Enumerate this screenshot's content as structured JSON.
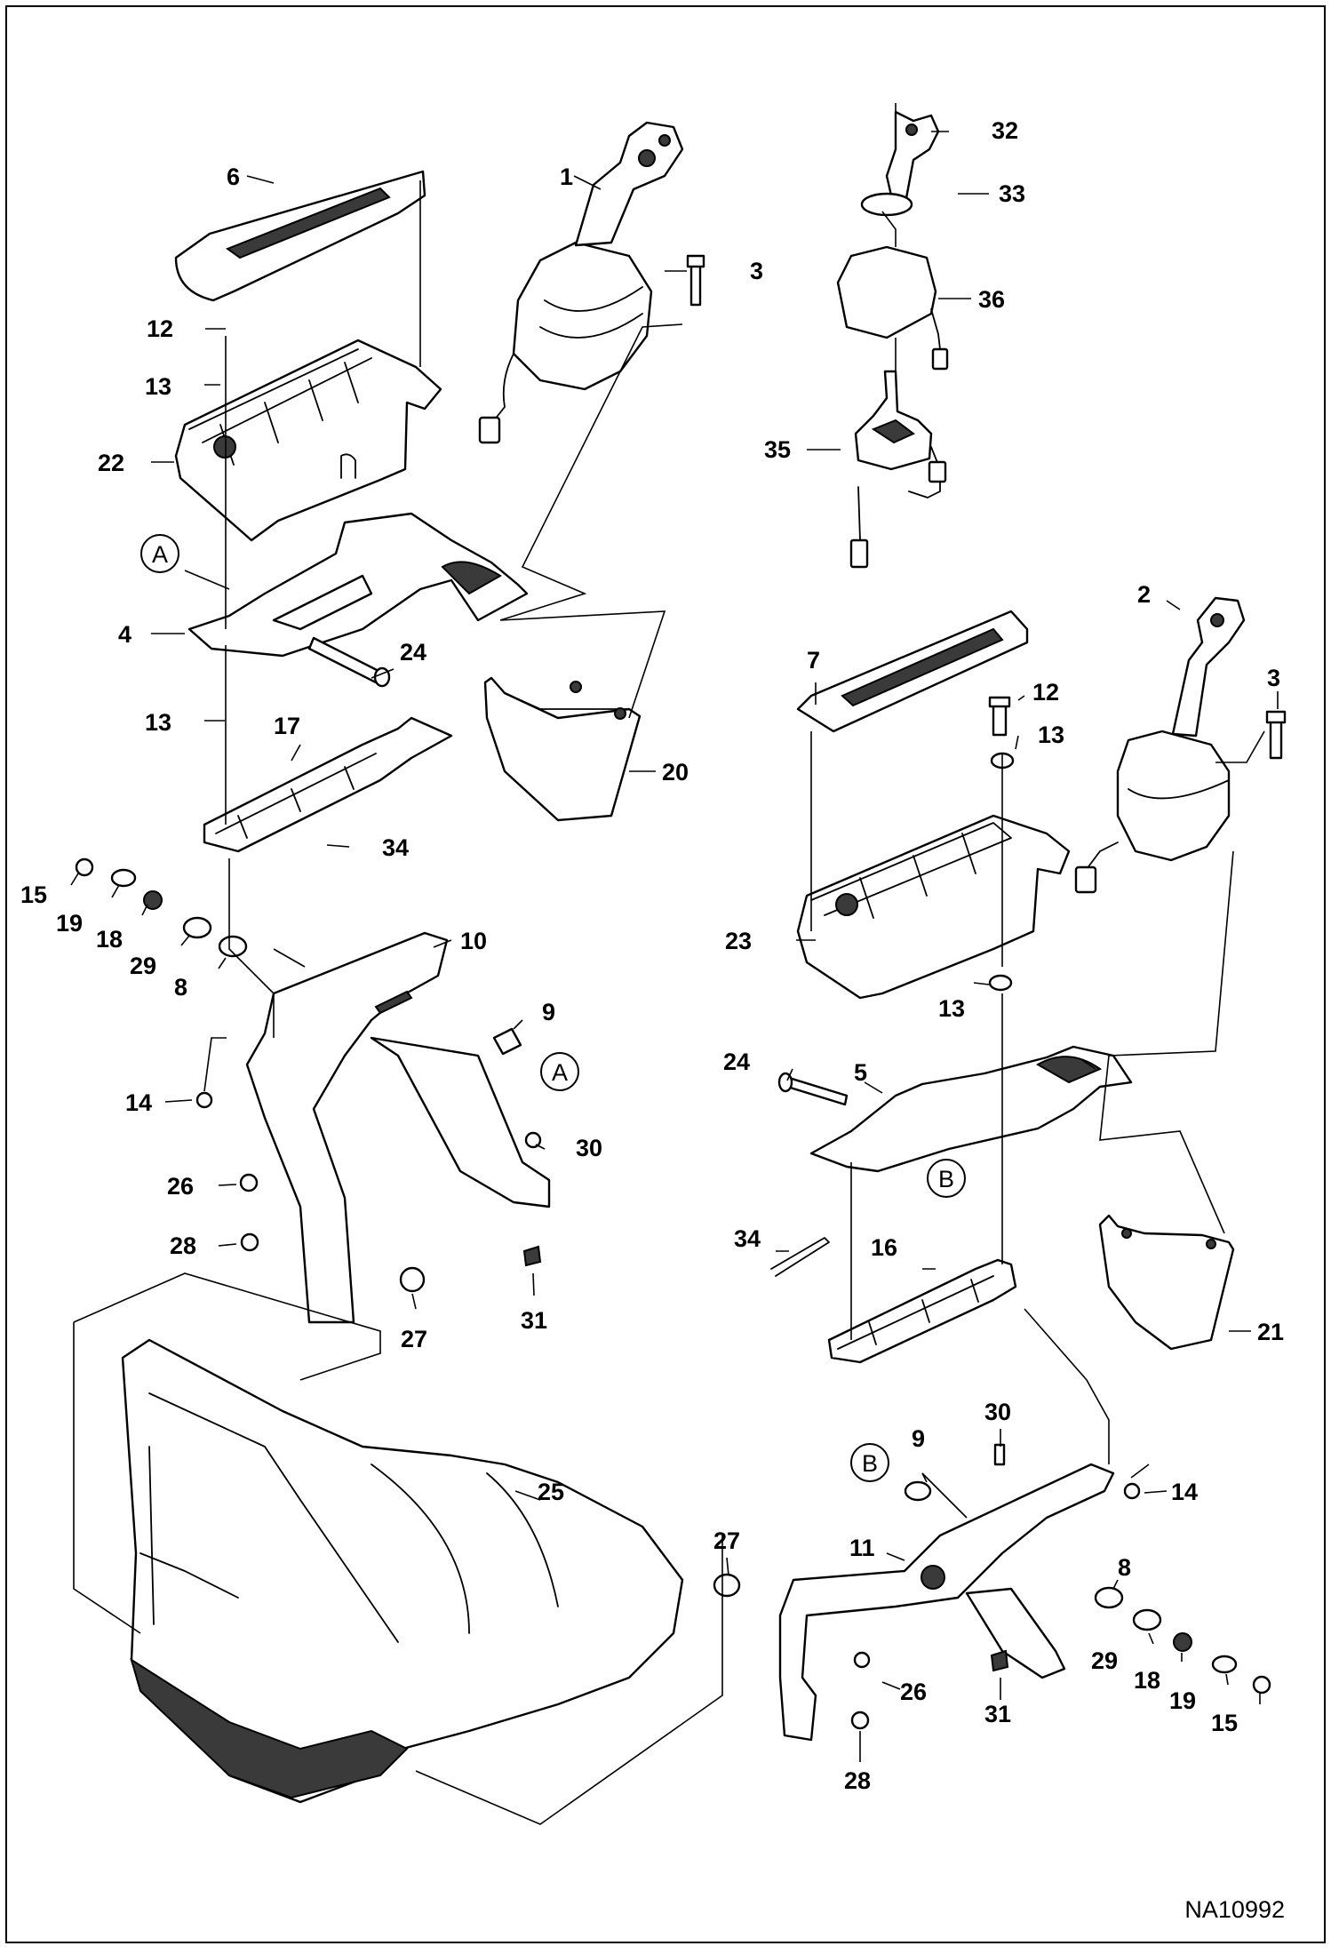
{
  "drawing_number": "NA10992",
  "reference_points": [
    "A",
    "B"
  ],
  "callouts": [
    {
      "id": "c-6",
      "text": "6"
    },
    {
      "id": "c-1",
      "text": "1"
    },
    {
      "id": "c-3a",
      "text": "3"
    },
    {
      "id": "c-12a",
      "text": "12"
    },
    {
      "id": "c-13a",
      "text": "13"
    },
    {
      "id": "c-22",
      "text": "22"
    },
    {
      "id": "c-4",
      "text": "4"
    },
    {
      "id": "c-24a",
      "text": "24"
    },
    {
      "id": "c-13b",
      "text": "13"
    },
    {
      "id": "c-17",
      "text": "17"
    },
    {
      "id": "c-20",
      "text": "20"
    },
    {
      "id": "c-34a",
      "text": "34"
    },
    {
      "id": "c-15a",
      "text": "15"
    },
    {
      "id": "c-19a",
      "text": "19"
    },
    {
      "id": "c-18a",
      "text": "18"
    },
    {
      "id": "c-29a",
      "text": "29"
    },
    {
      "id": "c-8a",
      "text": "8"
    },
    {
      "id": "c-10",
      "text": "10"
    },
    {
      "id": "c-9a",
      "text": "9"
    },
    {
      "id": "c-14a",
      "text": "14"
    },
    {
      "id": "c-30a",
      "text": "30"
    },
    {
      "id": "c-26a",
      "text": "26"
    },
    {
      "id": "c-28a",
      "text": "28"
    },
    {
      "id": "c-27a",
      "text": "27"
    },
    {
      "id": "c-31a",
      "text": "31"
    },
    {
      "id": "c-25",
      "text": "25"
    },
    {
      "id": "c-32",
      "text": "32"
    },
    {
      "id": "c-33",
      "text": "33"
    },
    {
      "id": "c-36",
      "text": "36"
    },
    {
      "id": "c-35",
      "text": "35"
    },
    {
      "id": "c-2",
      "text": "2"
    },
    {
      "id": "c-3b",
      "text": "3"
    },
    {
      "id": "c-7",
      "text": "7"
    },
    {
      "id": "c-12b",
      "text": "12"
    },
    {
      "id": "c-13c",
      "text": "13"
    },
    {
      "id": "c-23",
      "text": "23"
    },
    {
      "id": "c-13d",
      "text": "13"
    },
    {
      "id": "c-24b",
      "text": "24"
    },
    {
      "id": "c-5",
      "text": "5"
    },
    {
      "id": "c-34b",
      "text": "34"
    },
    {
      "id": "c-16",
      "text": "16"
    },
    {
      "id": "c-21",
      "text": "21"
    },
    {
      "id": "c-9b",
      "text": "9"
    },
    {
      "id": "c-30b",
      "text": "30"
    },
    {
      "id": "c-14b",
      "text": "14"
    },
    {
      "id": "c-27b",
      "text": "27"
    },
    {
      "id": "c-11",
      "text": "11"
    },
    {
      "id": "c-8b",
      "text": "8"
    },
    {
      "id": "c-26b",
      "text": "26"
    },
    {
      "id": "c-31b",
      "text": "31"
    },
    {
      "id": "c-29b",
      "text": "29"
    },
    {
      "id": "c-18b",
      "text": "18"
    },
    {
      "id": "c-19b",
      "text": "19"
    },
    {
      "id": "c-15b",
      "text": "15"
    },
    {
      "id": "c-28b",
      "text": "28"
    }
  ]
}
